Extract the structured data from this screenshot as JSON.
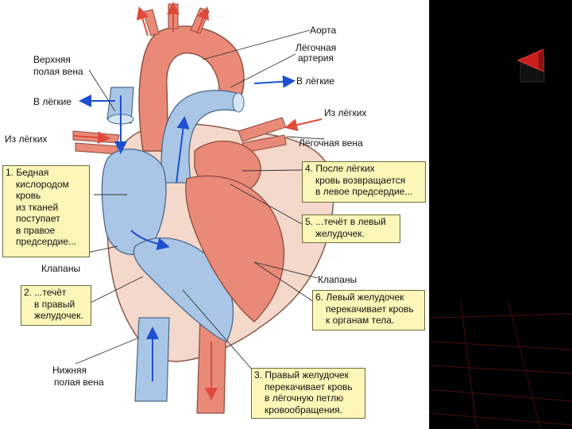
{
  "labels": {
    "aorta": "Аорта",
    "pulmonary_artery": [
      "Лёгочная",
      "артерия"
    ],
    "to_lungs_right": "В лёгкие",
    "superior_vena_cava": [
      "Верхняя",
      "полая вена"
    ],
    "to_lungs_left": "В лёгкие",
    "from_lungs_right": "Из лёгких",
    "from_lungs_left": "Из лёгких",
    "pulmonary_vein": "Лёгочная вена",
    "valves_left": "Клапаны",
    "valves_right": "Клапаны",
    "inferior_vena_cava": [
      "Нижняя",
      "полая вена"
    ]
  },
  "steps": [
    {
      "lines": [
        "1. Бедная",
        "кислородом",
        "кровь",
        "из тканей",
        "поступает",
        "в правое",
        "предсердие..."
      ]
    },
    {
      "lines": [
        "2. ...течёт",
        "в правый",
        "желудочек."
      ]
    },
    {
      "lines": [
        "3. Правый желудочек",
        "перекачивает кровь",
        "в лёгочную петлю",
        "кровообращения."
      ]
    },
    {
      "lines": [
        "4. После лёгких",
        "кровь возвращается",
        "в левое предсердие..."
      ]
    },
    {
      "lines": [
        "5. ...течёт в левый",
        "желудочек."
      ]
    },
    {
      "lines": [
        "6. Левый желудочек",
        "перекачивает кровь",
        "к органам тела."
      ]
    }
  ],
  "colors": {
    "oxygen_poor": "#a9c6e6",
    "oxygen_rich": "#e8877a",
    "arrow_blue": "#1e4fd0",
    "arrow_red": "#e04a3a",
    "callout_fill": "#fcf7b8",
    "sidebar": "#000000",
    "sidebar_accent": "#c81e1e"
  },
  "icons": [
    "back-arrow-icon"
  ]
}
